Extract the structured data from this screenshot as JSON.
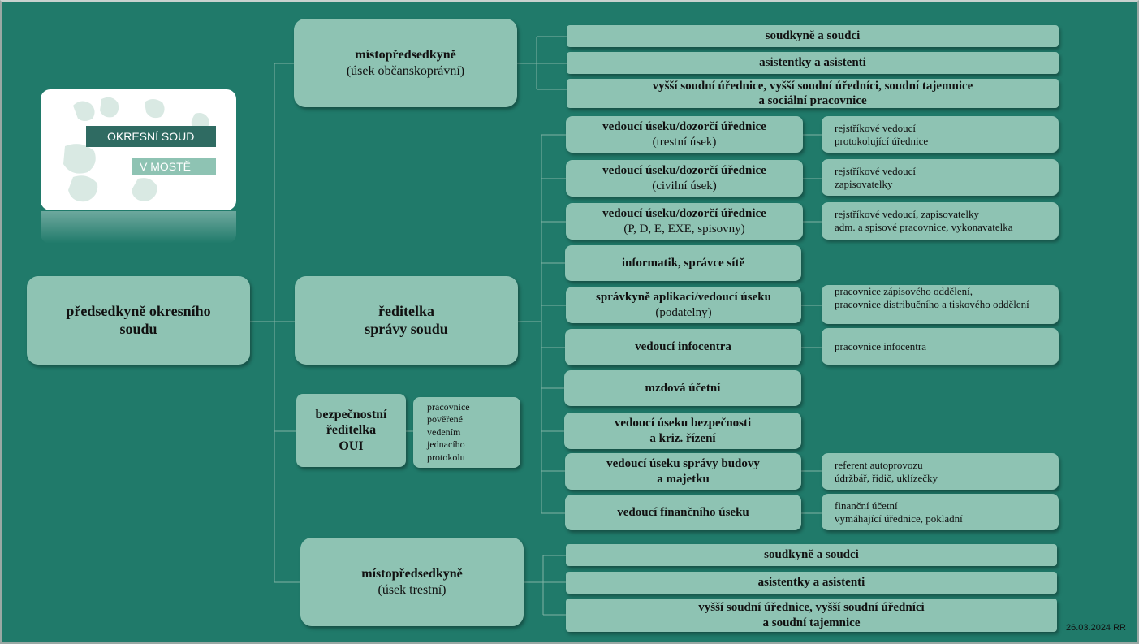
{
  "logo": {
    "line1": "OKRESNÍ SOUD",
    "line2": "V MOSTĚ"
  },
  "root": {
    "title": "předsedkyně okresního soudu"
  },
  "civil": {
    "title": "místopředsedkyně",
    "subtitle": "(úsek občanskoprávní)",
    "children": [
      {
        "label": "soudkyně a soudci"
      },
      {
        "label": "asistentky a asistenti"
      },
      {
        "line1": "vyšší soudní úřednice, vyšší soudní úředníci, soudní tajemnice",
        "line2": "a sociální pracovnice"
      }
    ]
  },
  "director": {
    "line1": "ředitelka",
    "line2": "správy soudu",
    "units": [
      {
        "title": "vedoucí úseku/dozorčí úřednice",
        "subtitle": "(trestní úsek)",
        "staff1": "rejstříkové vedoucí",
        "staff2": "protokolující úřednice"
      },
      {
        "title": "vedoucí úseku/dozorčí úřednice",
        "subtitle": "(civilní úsek)",
        "staff1": "rejstříkové vedoucí",
        "staff2": "zapisovatelky"
      },
      {
        "title": "vedoucí úseku/dozorčí úřednice",
        "subtitle": "(P, D, E, EXE,  spisovny)",
        "staff1": "rejstříkové vedoucí, zapisovatelky",
        "staff2": "adm. a spisové pracovnice, vykonavatelka"
      },
      {
        "title": "informatik, správce sítě"
      },
      {
        "title": "správkyně aplikací/vedoucí úseku",
        "subtitle": "(podatelny)",
        "staff1": "pracovnice zápisového oddělení,",
        "staff2": "pracovnice distribučního a tiskového oddělení"
      },
      {
        "title": "vedoucí infocentra",
        "staff1": "pracovnice infocentra"
      },
      {
        "title": "mzdová účetní"
      },
      {
        "title": "vedoucí  úseku bezpečnosti",
        "subtitle": "a kriz. řízení"
      },
      {
        "title": "vedoucí úseku správy budovy",
        "subtitle": "a majetku",
        "staff1": "referent autoprovozu",
        "staff2": "údržbář, řidič, uklízečky"
      },
      {
        "title": "vedoucí finančního úseku",
        "staff1": "finanční účetní",
        "staff2": "vymáhající úřednice, pokladní"
      }
    ]
  },
  "security": {
    "line1": "bezpečnostní",
    "line2": "ředitelka",
    "line3": "OUI",
    "staff": [
      "pracovnice",
      "pověřené",
      "vedením",
      "jednacího",
      "protokolu"
    ]
  },
  "criminal": {
    "title": "místopředsedkyně",
    "subtitle": "(úsek trestní)",
    "children": [
      {
        "label": "soudkyně a soudci"
      },
      {
        "label": "asistentky a asistenti"
      },
      {
        "line1": "vyšší soudní úřednice, vyšší soudní úředníci",
        "line2": "a soudní tajemnice"
      }
    ]
  },
  "footer": {
    "stamp": "26.03.2024 RR"
  },
  "colors": {
    "background": "#207a6a",
    "box": "#8ec3b3",
    "logo_dark": "#2f6b62"
  }
}
